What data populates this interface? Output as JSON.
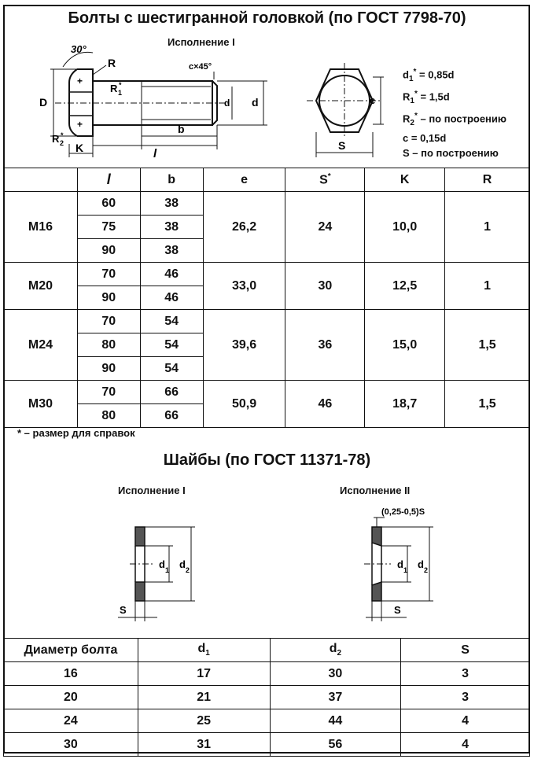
{
  "bolts": {
    "title": "Болты с шестигранной головкой (по ГОСТ 7798-70)",
    "variant": "Исполнение I",
    "drawing_labels": {
      "angle": "30°",
      "R": "R",
      "R1": "R",
      "R1_sub": "1",
      "R2": "R",
      "R2_sub": "2",
      "star": "*",
      "D": "D",
      "K": "K",
      "l": "l",
      "b": "b",
      "d": "d",
      "d1": "d",
      "d1_sub": "1",
      "chamfer": "c×45°",
      "e": "e",
      "S": "S"
    },
    "formulas": [
      {
        "sym": "d",
        "sub": "1",
        "star": "*",
        "text": "= 0,85d"
      },
      {
        "sym": "R",
        "sub": "1",
        "star": "*",
        "text": "= 1,5d"
      },
      {
        "sym": "R",
        "sub": "2",
        "star": "*",
        "text": "– по построению"
      },
      {
        "sym": "c",
        "sub": "",
        "star": "",
        "text": "= 0,15d"
      },
      {
        "sym": "S",
        "sub": "",
        "star": "",
        "text": "– по построению"
      }
    ],
    "headers": [
      "",
      "l",
      "b",
      "e",
      "S",
      "K",
      "R"
    ],
    "header_star": "*",
    "groups": [
      {
        "size": "M16",
        "e": "26,2",
        "S": "24",
        "K": "10,0",
        "R": "1",
        "rows": [
          {
            "l": "60",
            "b": "38"
          },
          {
            "l": "75",
            "b": "38"
          },
          {
            "l": "90",
            "b": "38"
          }
        ]
      },
      {
        "size": "M20",
        "e": "33,0",
        "S": "30",
        "K": "12,5",
        "R": "1",
        "rows": [
          {
            "l": "70",
            "b": "46"
          },
          {
            "l": "90",
            "b": "46"
          }
        ]
      },
      {
        "size": "M24",
        "e": "39,6",
        "S": "36",
        "K": "15,0",
        "R": "1,5",
        "rows": [
          {
            "l": "70",
            "b": "54"
          },
          {
            "l": "80",
            "b": "54"
          },
          {
            "l": "90",
            "b": "54"
          }
        ]
      },
      {
        "size": "M30",
        "e": "50,9",
        "S": "46",
        "K": "18,7",
        "R": "1,5",
        "rows": [
          {
            "l": "70",
            "b": "66"
          },
          {
            "l": "80",
            "b": "66"
          }
        ]
      }
    ],
    "footnote": "* – размер для справок"
  },
  "washers": {
    "title": "Шайбы (по ГОСТ 11371-78)",
    "variant1": "Исполнение I",
    "variant2": "Исполнение II",
    "chamfer_label": "(0,25-0,5)S",
    "d1": "d",
    "d1_sub": "1",
    "d2": "d",
    "d2_sub": "2",
    "S": "S",
    "headers": [
      "Диаметр болта",
      "d",
      "d",
      "S"
    ],
    "header_subs": [
      "",
      "1",
      "2",
      ""
    ],
    "rows": [
      {
        "bolt": "16",
        "d1": "17",
        "d2": "30",
        "S": "3"
      },
      {
        "bolt": "20",
        "d1": "21",
        "d2": "37",
        "S": "3"
      },
      {
        "bolt": "24",
        "d1": "25",
        "d2": "44",
        "S": "4"
      },
      {
        "bolt": "30",
        "d1": "31",
        "d2": "56",
        "S": "4"
      }
    ]
  }
}
